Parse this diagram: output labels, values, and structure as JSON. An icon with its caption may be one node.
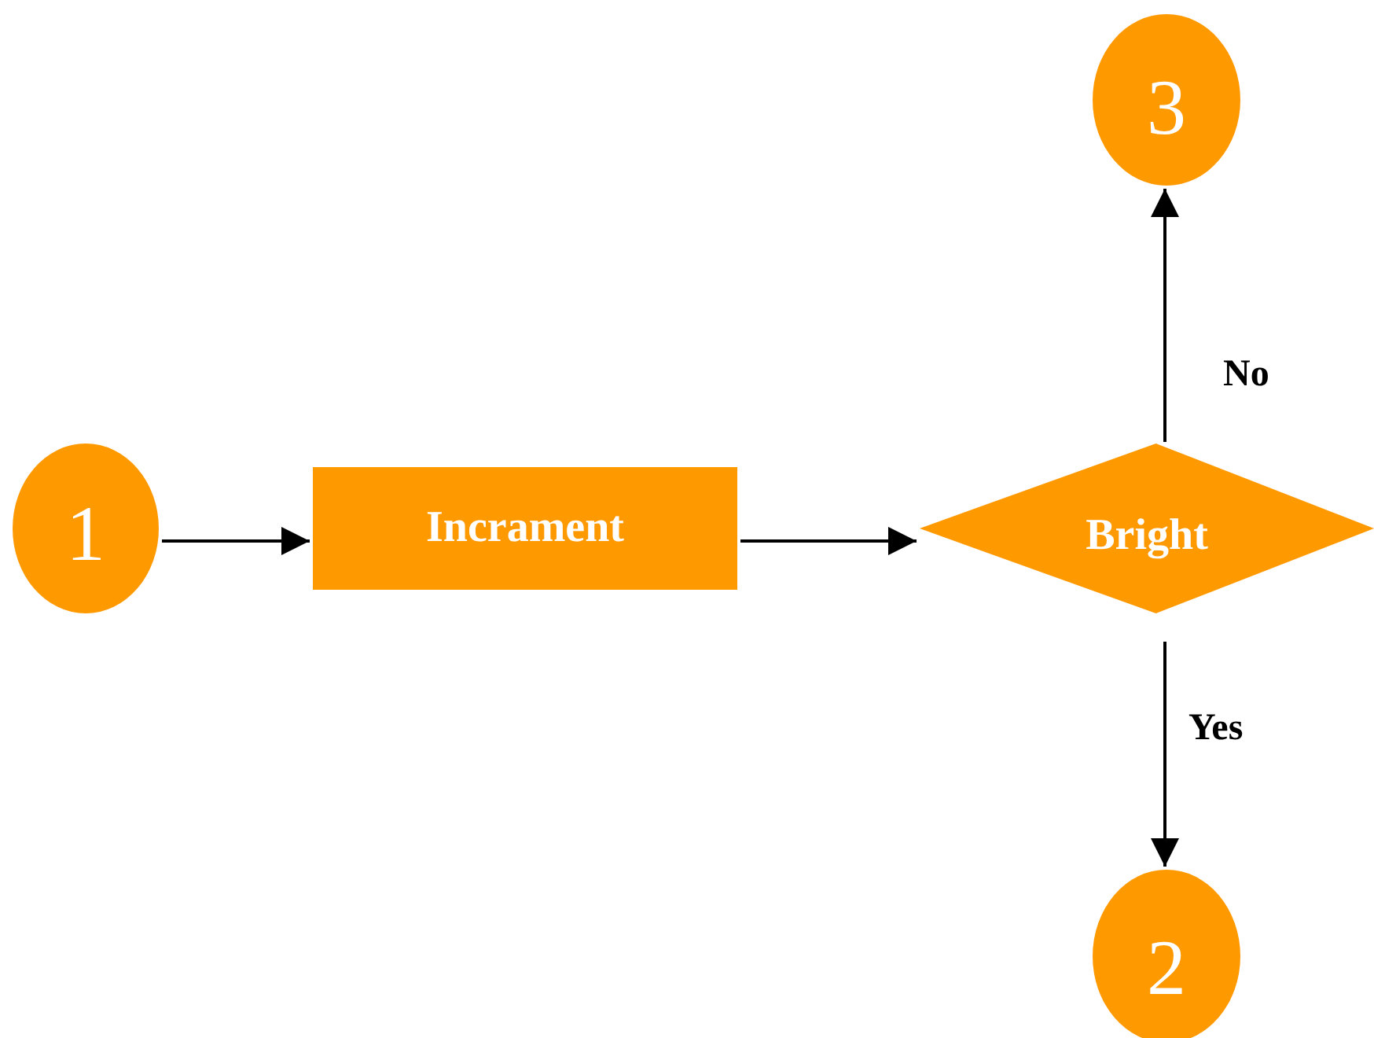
{
  "diagram": {
    "nodes": [
      {
        "text": [
          "1"
        ]
      },
      {
        "text": [
          "Incrament"
        ]
      },
      {
        "text": [
          "Bright"
        ]
      },
      {
        "text": [
          "3"
        ]
      },
      {
        "text": [
          "2"
        ]
      }
    ],
    "edges": [
      {
        "from": 0,
        "to": 1,
        "arrow": "to"
      },
      {
        "from": 1,
        "to": 2,
        "arrow": "to"
      },
      {
        "from": 2,
        "to": 3,
        "arrow": "to",
        "label": "No"
      },
      {
        "from": 2,
        "to": 4,
        "arrow": "to",
        "label": "Yes"
      }
    ]
  }
}
